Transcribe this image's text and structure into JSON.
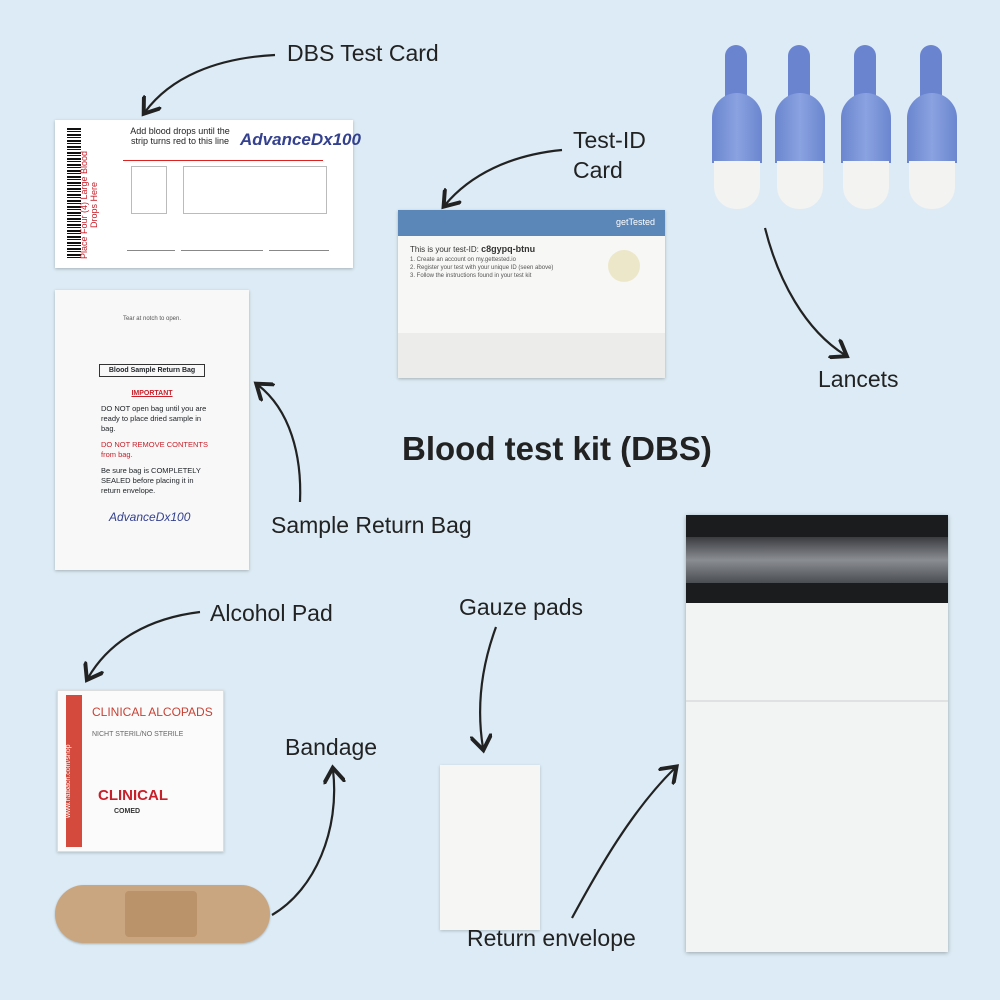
{
  "title": "Blood test kit (DBS)",
  "labels": {
    "dbs_test_card": "DBS Test Card",
    "test_id_card_line1": "Test-ID",
    "test_id_card_line2": "Card",
    "lancets": "Lancets",
    "sample_return_bag": "Sample Return Bag",
    "alcohol_pad": "Alcohol Pad",
    "gauze_pads": "Gauze pads",
    "bandage": "Bandage",
    "return_envelope": "Return envelope"
  },
  "dbs_card": {
    "instructions": "Add blood drops until the strip turns red to this line",
    "side_text": "Place Four (4) Large Blood Drops Here",
    "brand": "AdvanceDx100"
  },
  "test_id_card": {
    "brand": "getTested",
    "id_label": "This is your test-ID:",
    "id_value": "c8gypq-btnu",
    "steps": [
      "1. Create an account on my.gettested.io",
      "2. Register your test with your unique ID (seen above)",
      "3. Follow the instructions found in your test kit"
    ]
  },
  "return_bag": {
    "tear_text": "Tear at notch to open.",
    "header": "Blood Sample Return Bag",
    "important": "IMPORTANT",
    "bullet1": "DO NOT open bag until you are ready to place dried sample in bag.",
    "bullet2": "DO NOT REMOVE CONTENTS from bag.",
    "bullet3": "Be sure bag is COMPLETELY SEALED before placing it in return envelope.",
    "brand": "AdvanceDx100"
  },
  "alcohol_pad": {
    "title": "CLINICAL ALCOPADS",
    "sterile": "NICHT STERIL/NO STERILE",
    "url": "www.halbach.com/shop",
    "brand": "CLINICAL",
    "maker": "COMED"
  }
}
